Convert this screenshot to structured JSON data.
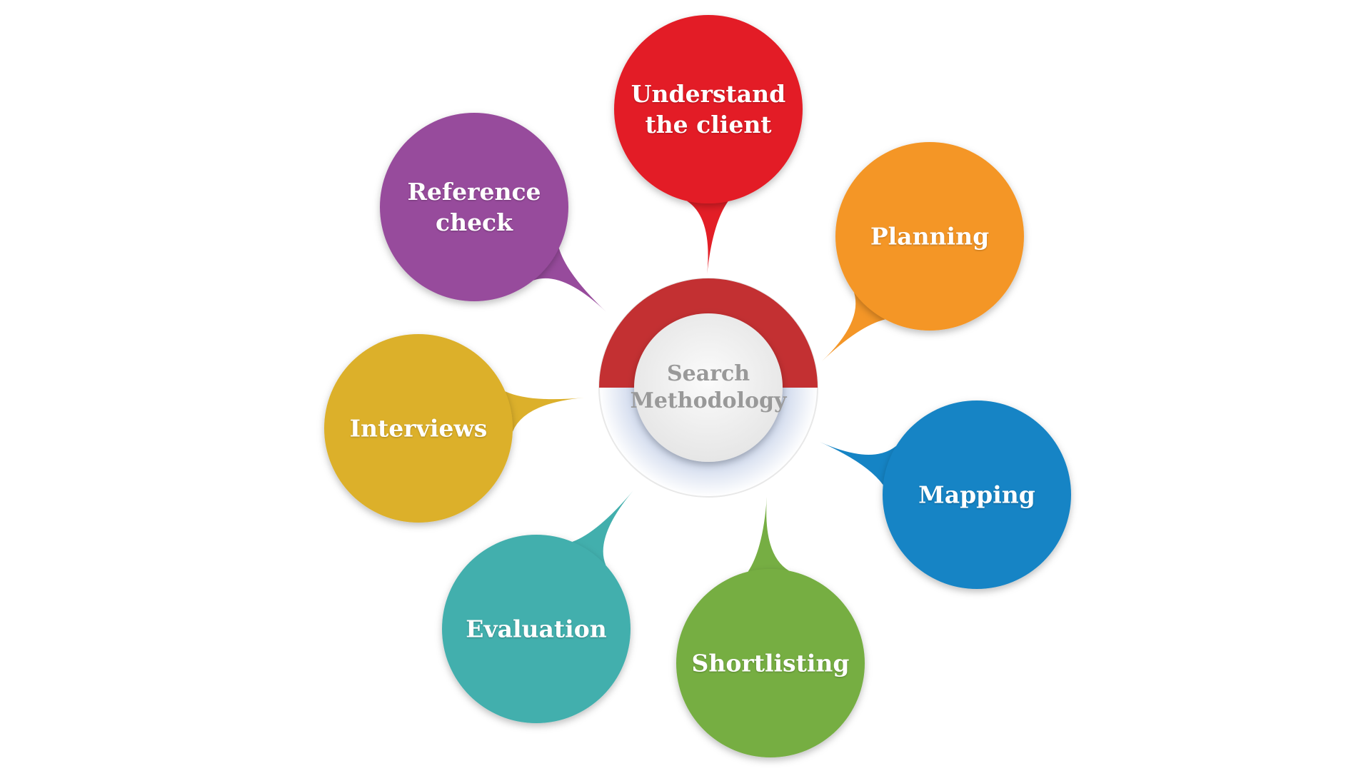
{
  "center": {
    "label": "Search\nMethodology",
    "ring_color": "#c33032"
  },
  "nodes": [
    {
      "label": "Understand\nthe client",
      "color": "#e31e26"
    },
    {
      "label": "Planning",
      "color": "#f49627"
    },
    {
      "label": "Mapping",
      "color": "#1584c5"
    },
    {
      "label": "Shortlisting",
      "color": "#76ae43"
    },
    {
      "label": "Evaluation",
      "color": "#42afad"
    },
    {
      "label": "Interviews",
      "color": "#dcb02b"
    },
    {
      "label": "Reference\ncheck",
      "color": "#974b9c"
    }
  ]
}
